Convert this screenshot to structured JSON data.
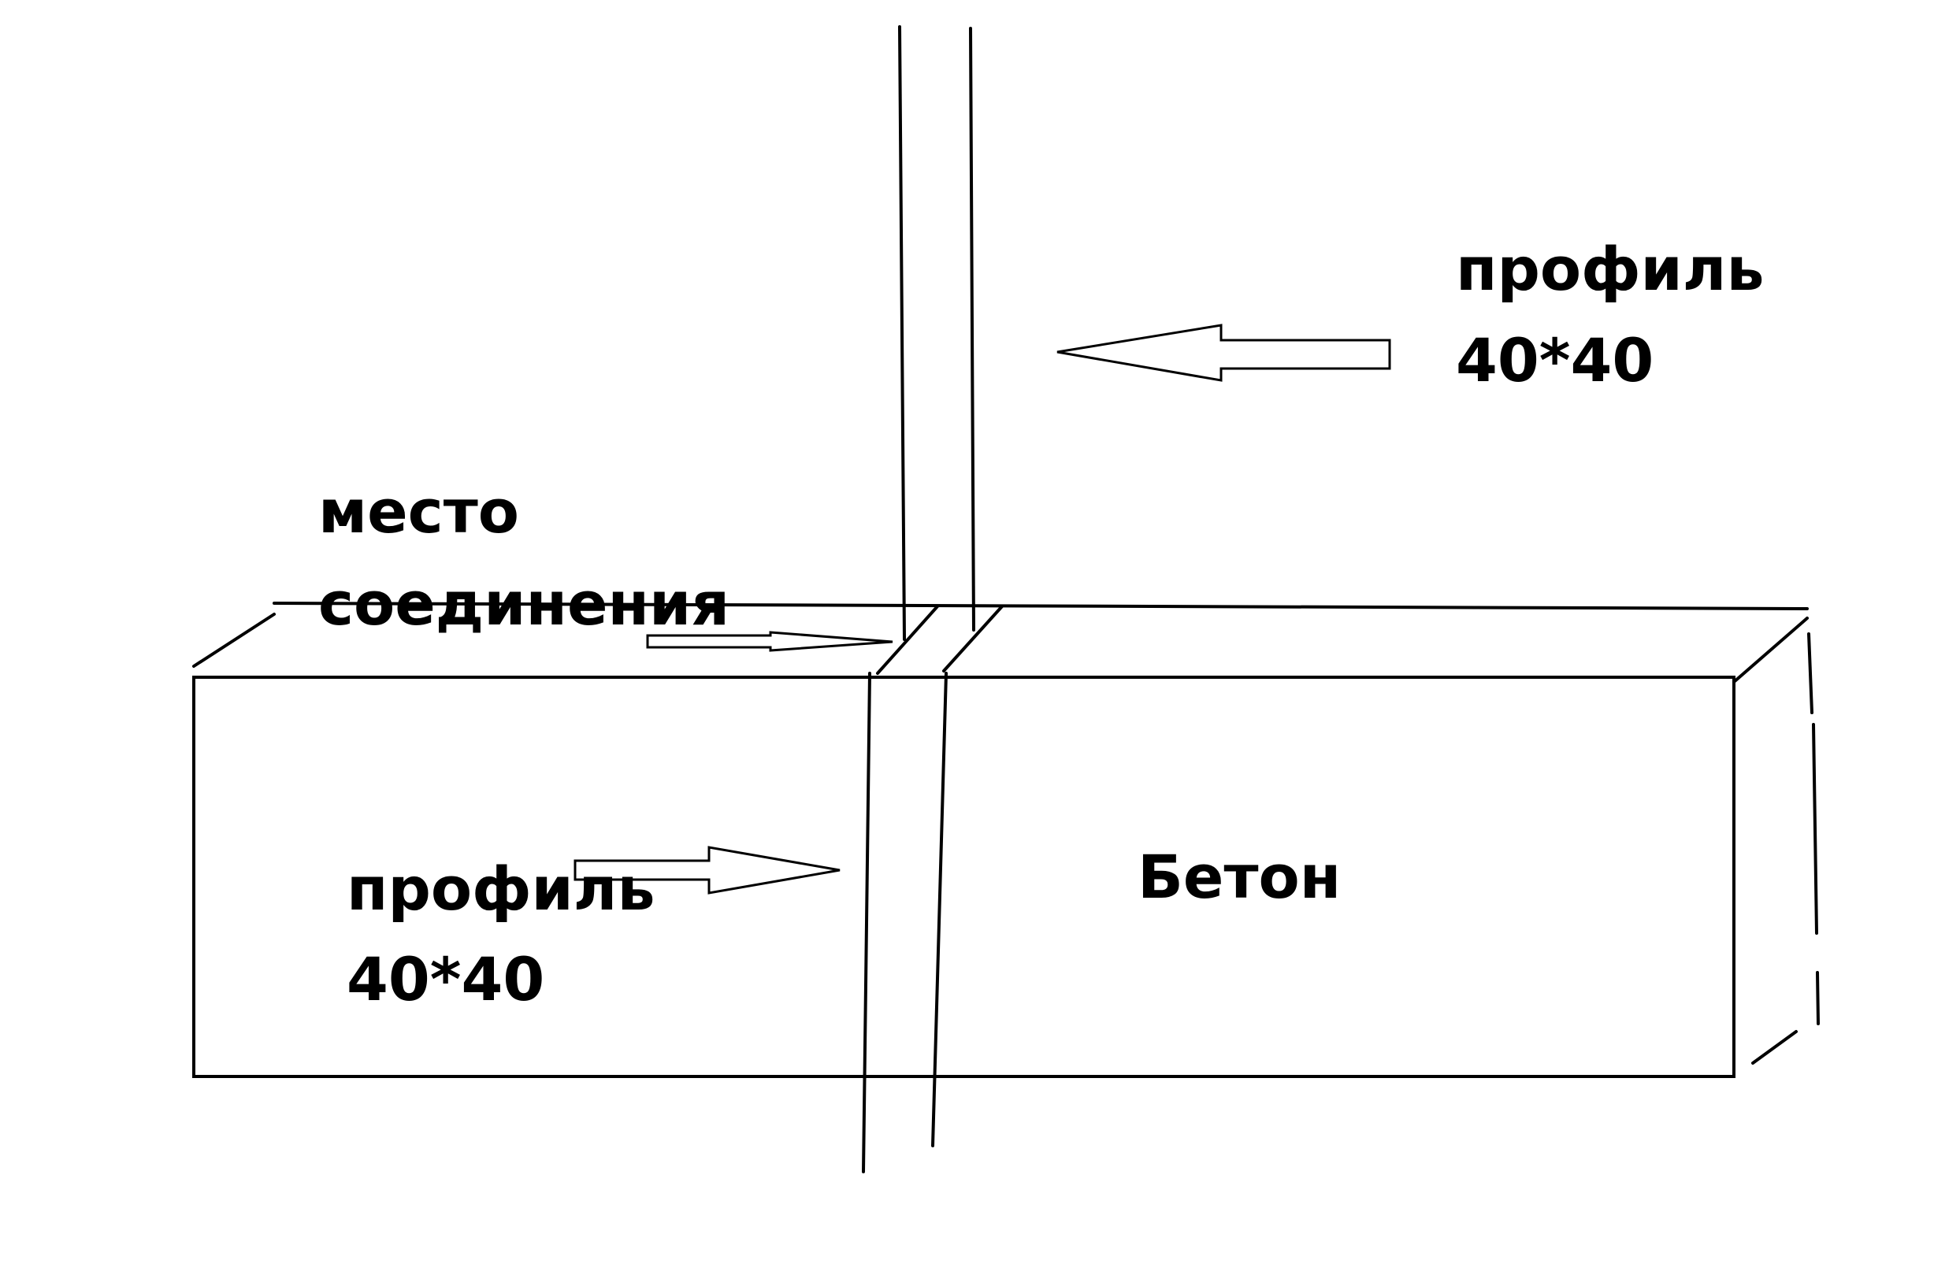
{
  "diagram": {
    "labels": {
      "top_profile_line1": "профиль",
      "top_profile_line2": "40*40",
      "joint_line1": "место",
      "joint_line2": "соединения",
      "bottom_profile_line1": "профиль",
      "bottom_profile_line2": "40*40",
      "concrete": "Бетон"
    },
    "colors": {
      "ink": "#000000",
      "background": "#ffffff"
    }
  }
}
